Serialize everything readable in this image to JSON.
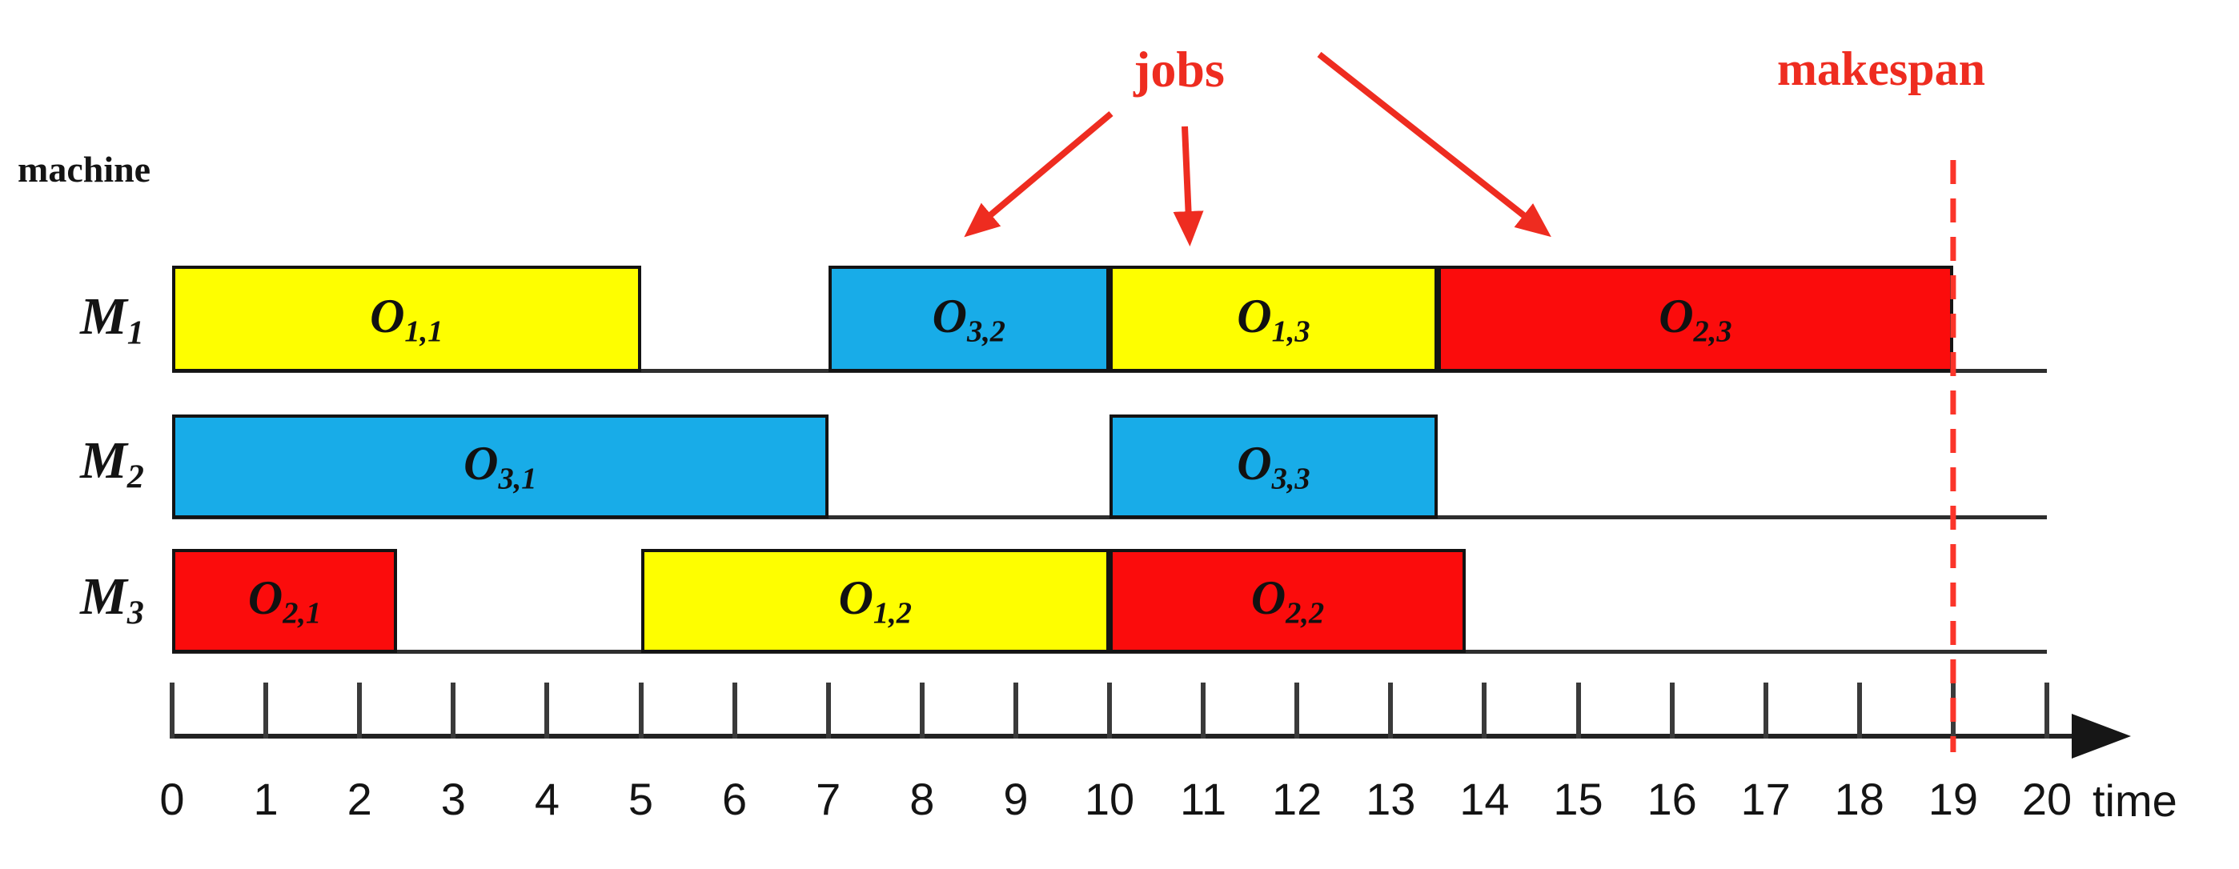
{
  "page": {
    "machine_axis_label": "machine",
    "time_axis_label": "time"
  },
  "annotations": {
    "jobs": {
      "label": "jobs",
      "points_to": [
        "O3,2",
        "O1,3",
        "O2,3"
      ]
    },
    "makespan": {
      "label": "makespan",
      "time": 19
    }
  },
  "chart_data": {
    "type": "gantt",
    "title": "",
    "xlabel": "time",
    "ylabel": "machine",
    "xlim": [
      0,
      20
    ],
    "x_ticks": [
      0,
      1,
      2,
      3,
      4,
      5,
      6,
      7,
      8,
      9,
      10,
      11,
      12,
      13,
      14,
      15,
      16,
      17,
      18,
      19,
      20
    ],
    "grid": false,
    "legend": "none",
    "makespan": 19,
    "colors": {
      "job1": "#FEFE00",
      "job2": "#FB0C0C",
      "job3": "#18ACE8",
      "annotation_red": "#EE2C20",
      "dashed_red": "#FB352A",
      "bar_border": "#131313"
    },
    "machines": [
      {
        "id": "M1",
        "base": "M",
        "sub": "1"
      },
      {
        "id": "M2",
        "base": "M",
        "sub": "2"
      },
      {
        "id": "M3",
        "base": "M",
        "sub": "3"
      }
    ],
    "operations": [
      {
        "id": "O1,1",
        "base": "O",
        "sub": "1,1",
        "job": 1,
        "machine": "M1",
        "start": 0,
        "end": 5
      },
      {
        "id": "O3,2",
        "base": "O",
        "sub": "3,2",
        "job": 3,
        "machine": "M1",
        "start": 7,
        "end": 10
      },
      {
        "id": "O1,3",
        "base": "O",
        "sub": "1,3",
        "job": 1,
        "machine": "M1",
        "start": 10,
        "end": 13.5
      },
      {
        "id": "O2,3",
        "base": "O",
        "sub": "2,3",
        "job": 2,
        "machine": "M1",
        "start": 13.5,
        "end": 19
      },
      {
        "id": "O3,1",
        "base": "O",
        "sub": "3,1",
        "job": 3,
        "machine": "M2",
        "start": 0,
        "end": 7
      },
      {
        "id": "O3,3",
        "base": "O",
        "sub": "3,3",
        "job": 3,
        "machine": "M2",
        "start": 10,
        "end": 13.5
      },
      {
        "id": "O2,1",
        "base": "O",
        "sub": "2,1",
        "job": 2,
        "machine": "M3",
        "start": 0,
        "end": 2.4
      },
      {
        "id": "O1,2",
        "base": "O",
        "sub": "1,2",
        "job": 1,
        "machine": "M3",
        "start": 5,
        "end": 10
      },
      {
        "id": "O2,2",
        "base": "O",
        "sub": "2,2",
        "job": 2,
        "machine": "M3",
        "start": 10,
        "end": 13.8
      }
    ]
  }
}
